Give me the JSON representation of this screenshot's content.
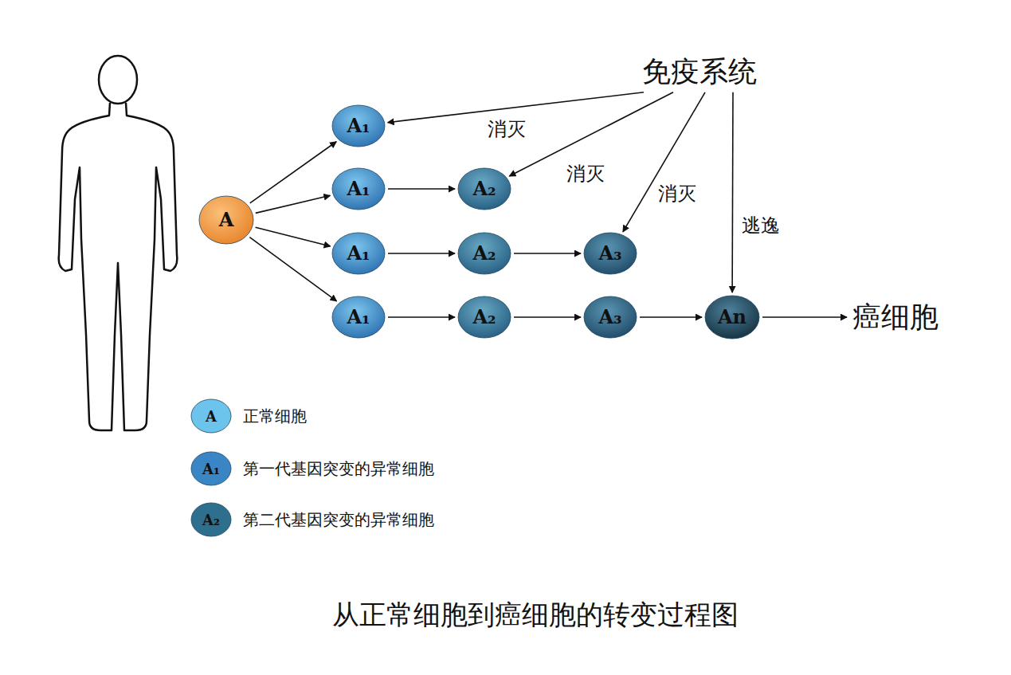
{
  "diagram": {
    "caption": "从正常细胞到癌细胞的转变过程图",
    "nodes": [
      {
        "text": [
          "免疫系统"
        ]
      },
      {
        "text": [
          "A"
        ]
      },
      {
        "text": [
          "A₁"
        ]
      },
      {
        "text": [
          "A₁"
        ]
      },
      {
        "text": [
          "A₂"
        ]
      },
      {
        "text": [
          "A₁"
        ]
      },
      {
        "text": [
          "A₂"
        ]
      },
      {
        "text": [
          "A₃"
        ]
      },
      {
        "text": [
          "A₁"
        ]
      },
      {
        "text": [
          "A₂"
        ]
      },
      {
        "text": [
          "A₃"
        ]
      },
      {
        "text": [
          "An"
        ]
      },
      {
        "text": [
          "癌细胞"
        ]
      }
    ],
    "edges": [
      {
        "from": 1,
        "to": 2,
        "arrow": "to"
      },
      {
        "from": 1,
        "to": 3,
        "arrow": "to"
      },
      {
        "from": 1,
        "to": 5,
        "arrow": "to"
      },
      {
        "from": 1,
        "to": 8,
        "arrow": "to"
      },
      {
        "from": 3,
        "to": 4,
        "arrow": "to"
      },
      {
        "from": 5,
        "to": 6,
        "arrow": "to"
      },
      {
        "from": 6,
        "to": 7,
        "arrow": "to"
      },
      {
        "from": 8,
        "to": 9,
        "arrow": "to"
      },
      {
        "from": 9,
        "to": 10,
        "arrow": "to"
      },
      {
        "from": 10,
        "to": 11,
        "arrow": "to"
      },
      {
        "from": 11,
        "to": 12,
        "arrow": "to"
      },
      {
        "from": 0,
        "to": 2,
        "label": "消灭",
        "arrow": "to"
      },
      {
        "from": 0,
        "to": 4,
        "label": "消灭",
        "arrow": "to"
      },
      {
        "from": 0,
        "to": 7,
        "label": "消灭",
        "arrow": "to"
      },
      {
        "from": 0,
        "to": 11,
        "label": "逃逸",
        "arrow": "to"
      }
    ],
    "labels": [
      "A",
      "A₁",
      "A₂"
    ],
    "legend": [
      {
        "text": "正常细胞",
        "color": "#6cc3ec"
      },
      {
        "text": "第一代基因突变的异常细胞",
        "color": "#3a86c4"
      },
      {
        "text": "第二代基因突变的异常细胞",
        "color": "#2f6f8e"
      }
    ]
  }
}
